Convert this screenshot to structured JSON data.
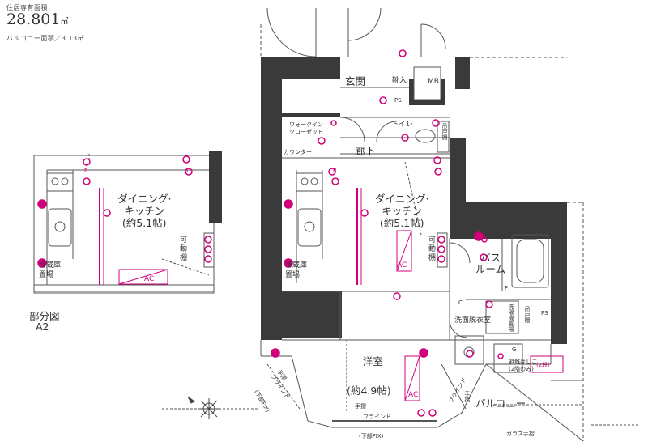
{
  "header": {
    "area_label": "住居専有面積",
    "area_value": "28.801",
    "area_unit": "㎡",
    "balcony_text": "バルコニー面積／3.13㎡"
  },
  "partial": {
    "caption": "部分図",
    "code": "A2",
    "dining": "ダイニング·\nキッチン\n(約5.1帖)",
    "shelf": "可\n動\n棚",
    "fridge": "冷蔵庫\n置場",
    "ac": "AC",
    "mark_r": "R",
    "mark_t": "T"
  },
  "plan": {
    "genkan": "玄関",
    "kutsuire": "靴入",
    "mb": "MB",
    "ps_top": "PS",
    "walkin": "ウォークイン\nクローゼット",
    "counter": "カウンター",
    "toilet": "トイレ",
    "toilet_shelf": "吊戸棚",
    "corridor": "廊下",
    "dining": "ダイニング·\nキッチン\n(約5.1帖)",
    "shelf": "可\n動\n棚",
    "fridge": "冷蔵庫\n置場",
    "ac_dk": "AC",
    "bath": "バス\nルーム",
    "washroom": "洗面脱衣室",
    "washer": "洗濯機置場",
    "hanging_shelf": "吊戸棚",
    "ps_side": "PS",
    "western": "洋室",
    "western_size": "(約4.9帖)",
    "ac_room": "AC",
    "handrail_blind_left": "手摺\nブラインド",
    "lower_fix_left": "(下部FIX)",
    "handrail_bottom": "手摺",
    "blind_bottom": "ブラインド",
    "lower_fix_bottom": "(下部FIX)",
    "blind_right": "ブラインド",
    "handrail_right": "手摺",
    "balcony": "バルコニー",
    "glass_rail": "ガラス手摺",
    "ladder_note": "避難はしご\n(2階のみ)",
    "two_step": "(2段)",
    "mark_g": "G",
    "mark_f": "F",
    "mark_c": "C",
    "mark_r": "R",
    "mark_t": "T"
  },
  "colors": {
    "wall": "#3a3a3a",
    "accent": "#d1007a",
    "line": "#555555"
  }
}
